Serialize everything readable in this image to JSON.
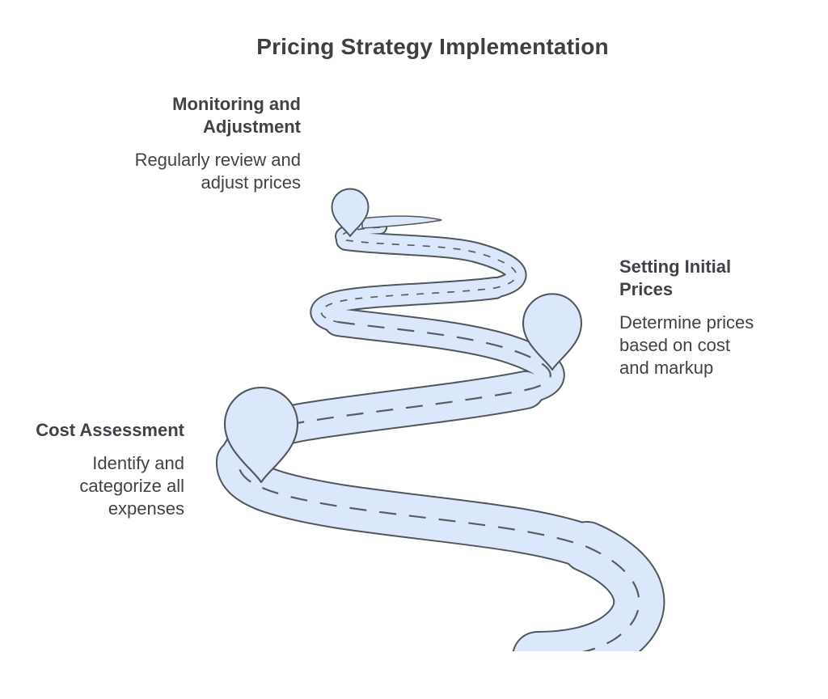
{
  "title": "Pricing Strategy Implementation",
  "steps": [
    {
      "id": "monitoring",
      "heading": "Monitoring and Adjustment",
      "description": "Regularly review and adjust prices"
    },
    {
      "id": "setting-initial-prices",
      "heading": "Setting Initial Prices",
      "description": "Determine prices based on cost and markup"
    },
    {
      "id": "cost-assessment",
      "heading": "Cost Assessment",
      "description": "Identify and categorize all expenses"
    }
  ],
  "icons": {
    "pin": "location-pin"
  },
  "colors": {
    "background": "#ffffff",
    "road_fill": "#dbe8fb",
    "road_outline": "#51565c",
    "dash_line": "#585d63",
    "text": "#3f4347"
  }
}
